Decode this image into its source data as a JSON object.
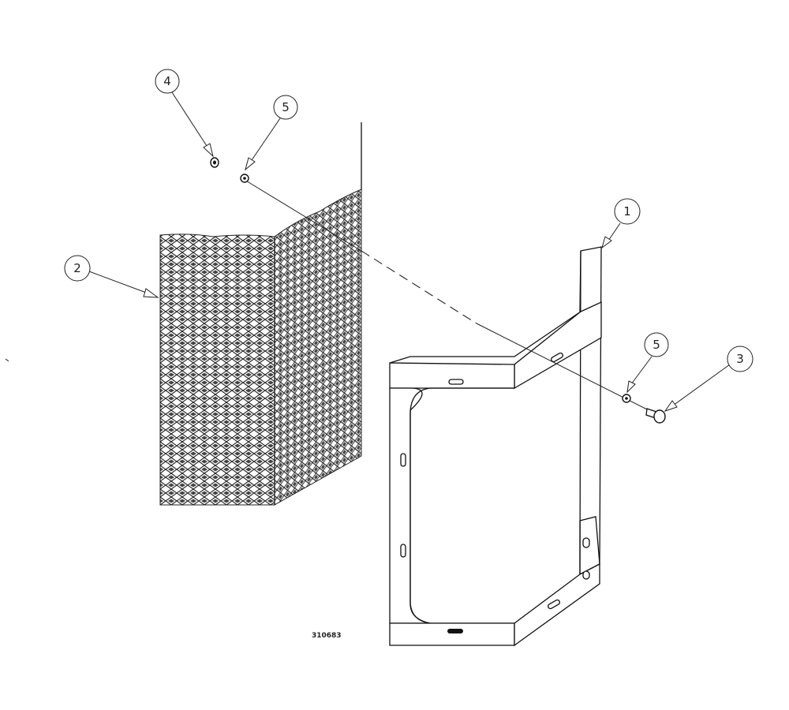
{
  "drawing_number": "310683",
  "callouts": [
    {
      "id": "callout-1",
      "label": "1",
      "part": "bracket"
    },
    {
      "id": "callout-2",
      "label": "2",
      "part": "expanded-metal-screen"
    },
    {
      "id": "callout-3",
      "label": "3",
      "part": "bolt"
    },
    {
      "id": "callout-4",
      "label": "4",
      "part": "nut"
    },
    {
      "id": "callout-5a",
      "label": "5",
      "part": "washer-upper"
    },
    {
      "id": "callout-5b",
      "label": "5",
      "part": "washer-lower"
    }
  ]
}
